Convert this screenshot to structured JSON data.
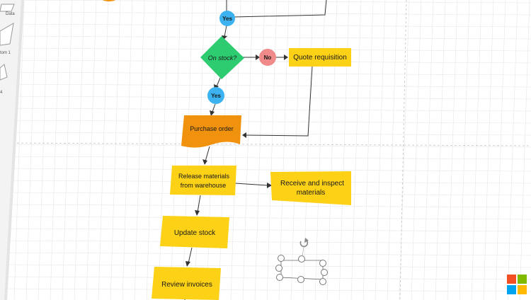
{
  "shapes_panel": {
    "items": [
      {
        "label": "Data"
      },
      {
        "label": "tom 1"
      },
      {
        "label": "4"
      }
    ]
  },
  "flowchart": {
    "yes_top": "Yes",
    "decision": "On stock?",
    "no": "No",
    "quote": "Quote requisition",
    "yes_mid": "Yes",
    "purchase": "Purchase order",
    "release": [
      "Release materials",
      "from warehouse"
    ],
    "receive": [
      "Receive and inspect",
      "materials"
    ],
    "update": "Update stock",
    "review": "Review invoices"
  },
  "colors": {
    "yes": "#3db2f0",
    "no": "#f08a8a",
    "decision": "#2ecc71",
    "process": "#fcd116",
    "document": "#f0920d",
    "grid_minor": "#e6e6e6",
    "grid_major": "#c9c9c9",
    "ms_red": "#f25022",
    "ms_green": "#7fba00",
    "ms_blue": "#00a4ef",
    "ms_yellow": "#ffb900"
  }
}
